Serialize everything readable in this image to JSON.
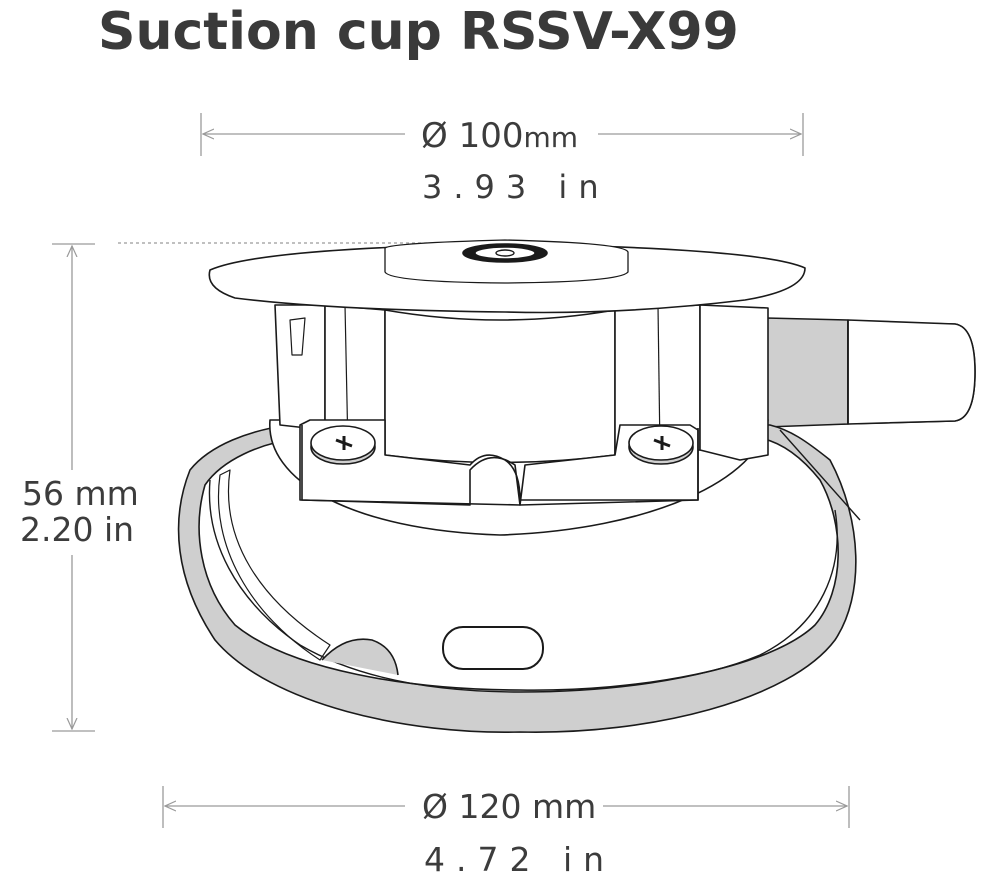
{
  "title": "Suction cup RSSV-X99",
  "dimensions": {
    "top_diameter": {
      "symbol": "Ø",
      "metric_value": "100",
      "metric_unit": "mm",
      "imperial": "3.93 in"
    },
    "height": {
      "metric": "56 mm",
      "imperial": "2.20 in"
    },
    "base_diameter": {
      "metric": "Ø 120 mm",
      "imperial": "4.72 in"
    }
  },
  "colors": {
    "outline": "#1a1a1a",
    "dimension_line": "#9a9a9a",
    "rim_fill": "#cfcfcf",
    "text": "#3c3c3c"
  }
}
